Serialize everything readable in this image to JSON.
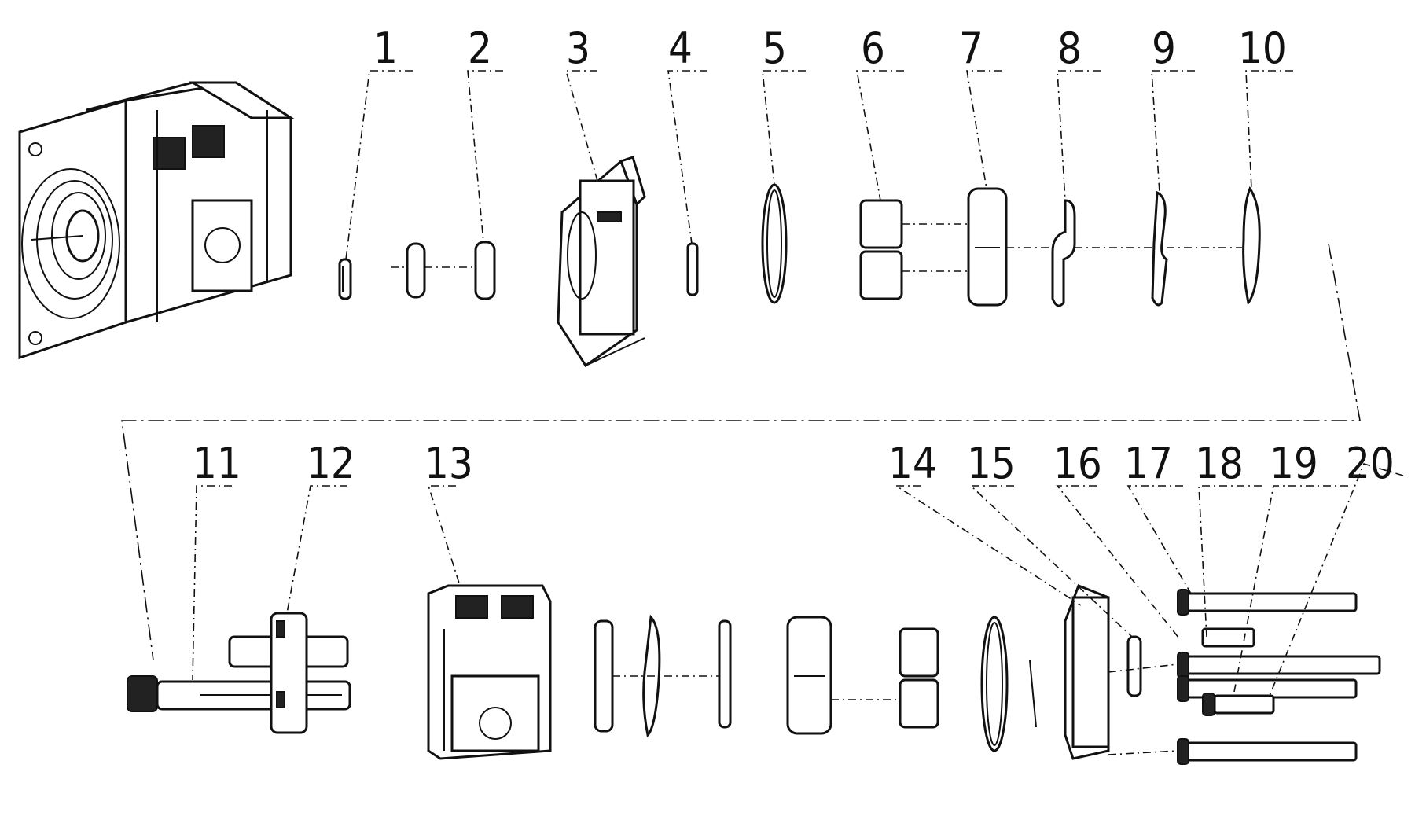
{
  "labels": {
    "l1": "1",
    "l2": "2",
    "l3": "3",
    "l4": "4",
    "l5": "5",
    "l6": "6",
    "l7": "7",
    "l8": "8",
    "l9": "9",
    "l10": "10",
    "l11": "11",
    "l12": "12",
    "l13": "13",
    "l14": "14",
    "l15": "15",
    "l16": "16",
    "l17": "17",
    "l18": "18",
    "l19": "19",
    "l20": "20"
  }
}
